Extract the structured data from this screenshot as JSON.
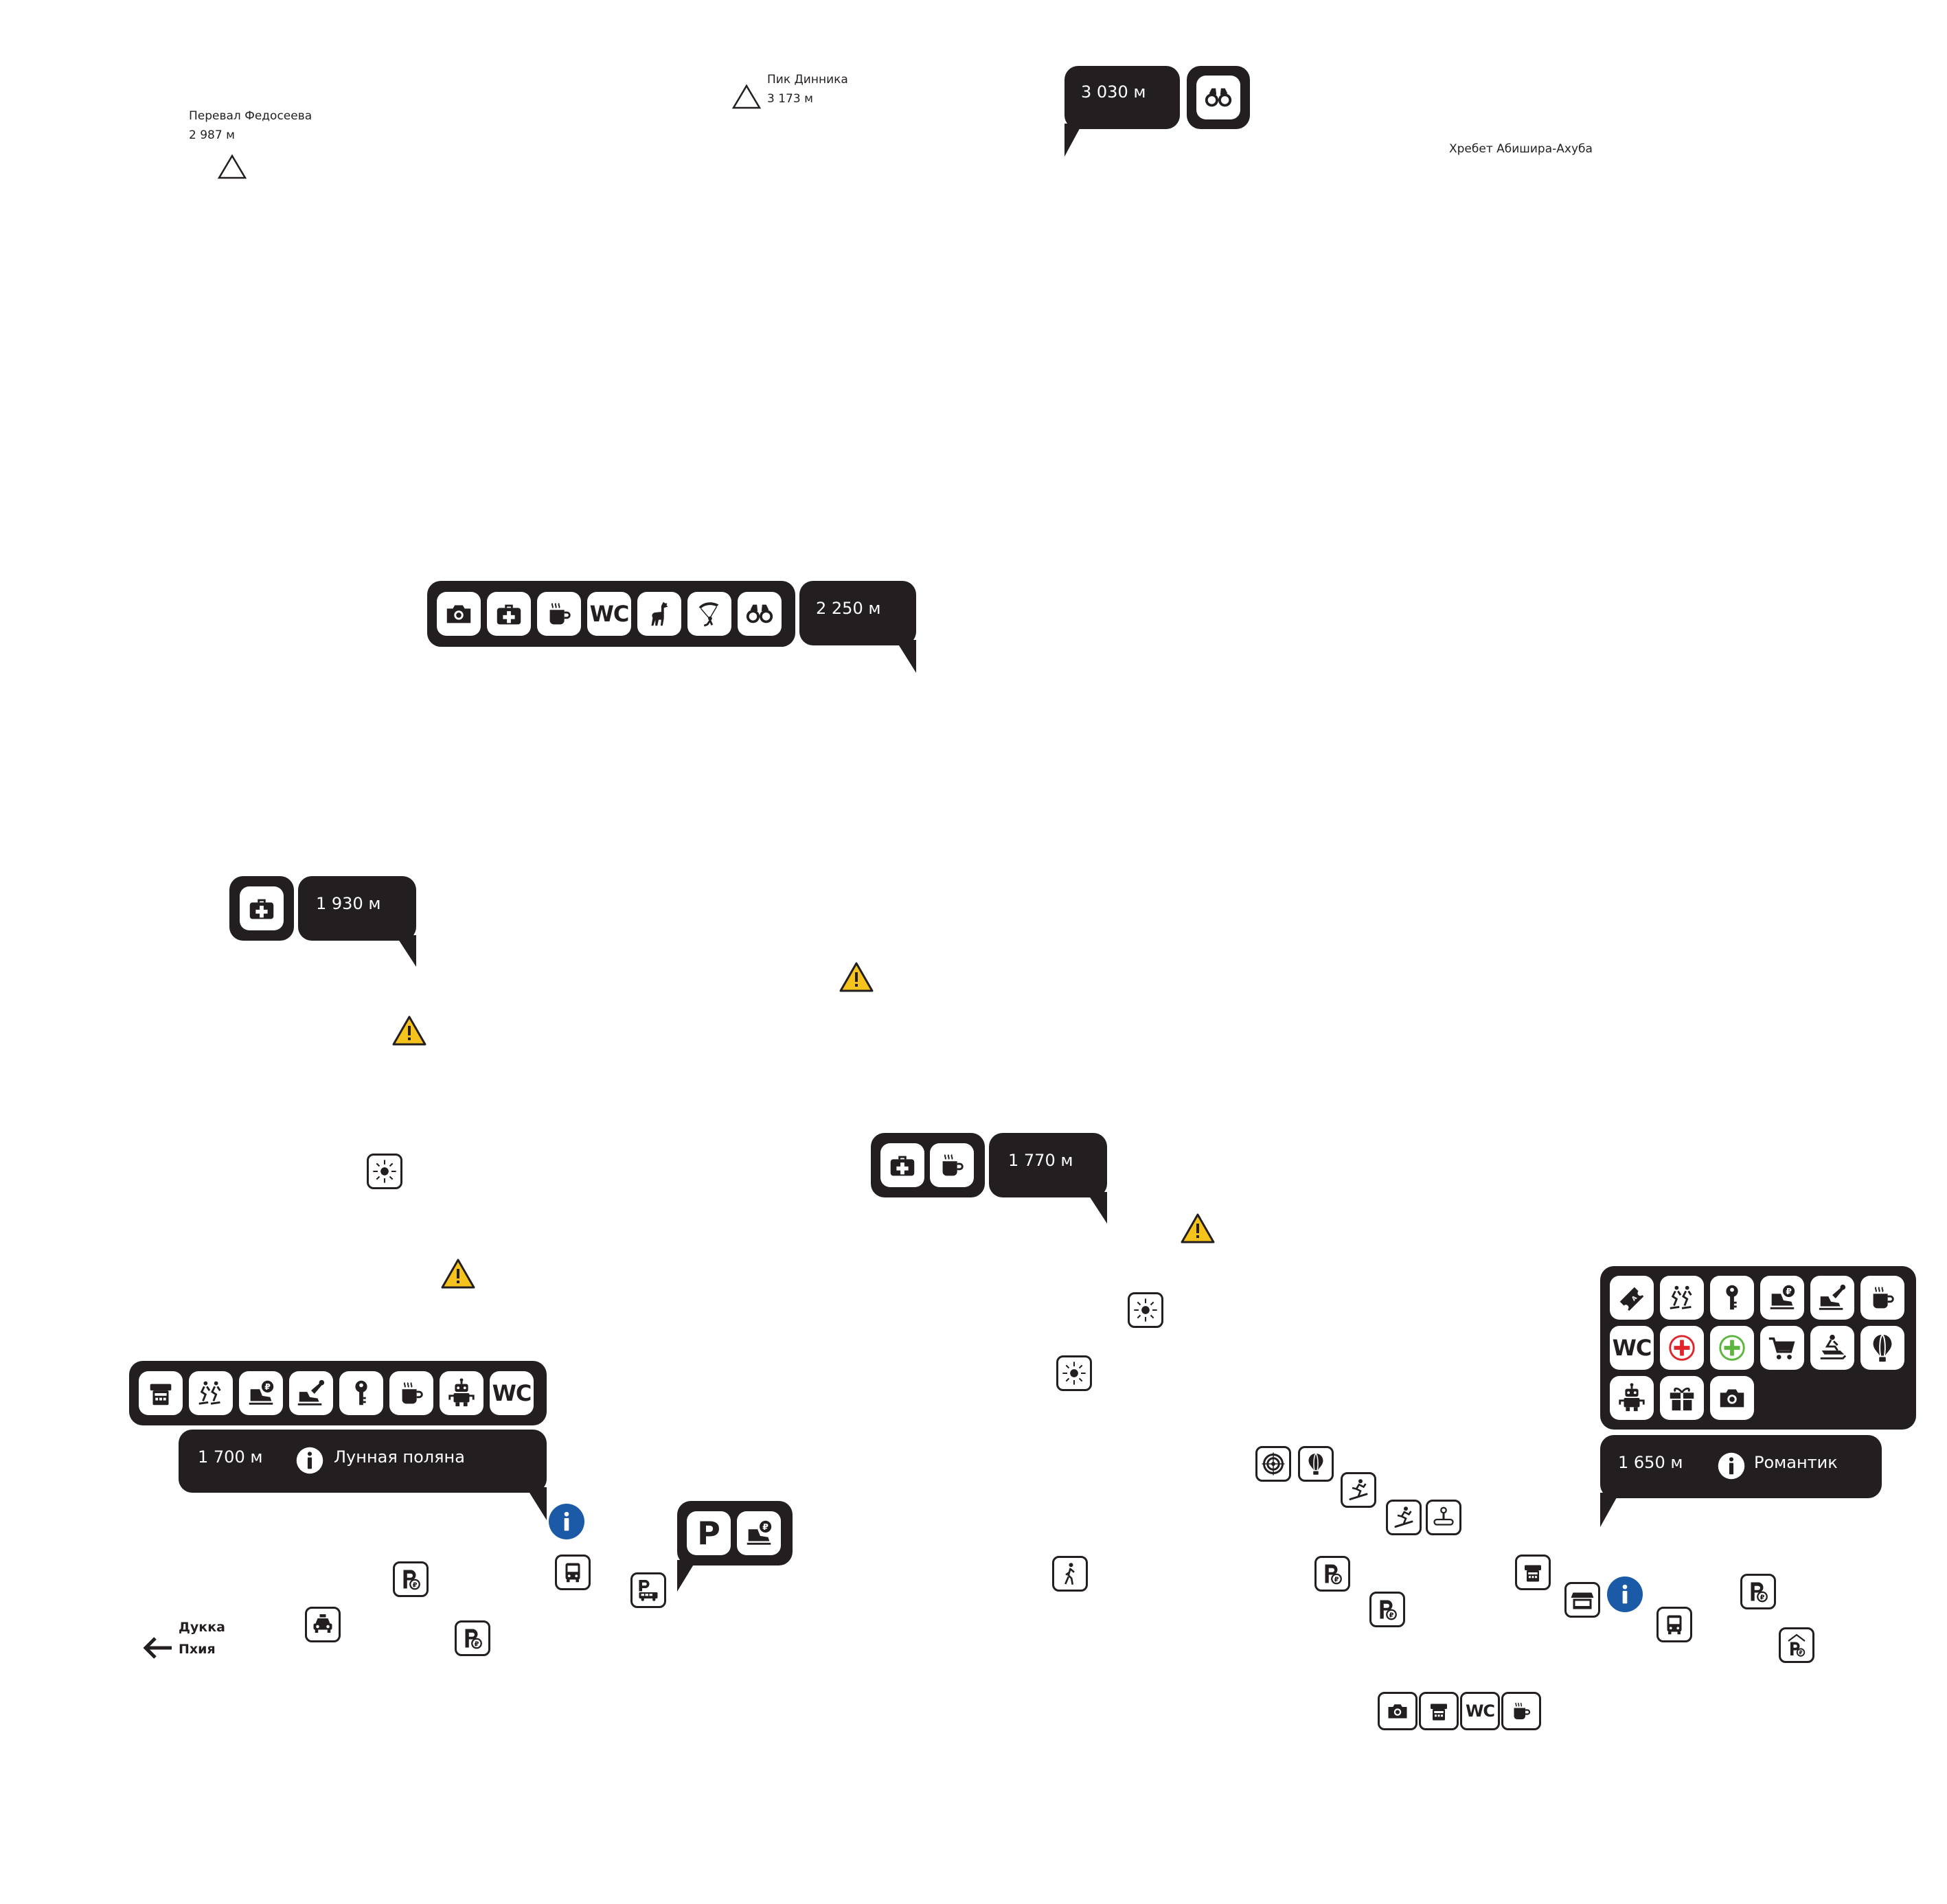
{
  "peaks": [
    {
      "name": "Перевал Федосеева",
      "elevation": "2 987 м"
    },
    {
      "name": "Пик Динника",
      "elevation": "3 173 м"
    }
  ],
  "ridge": "Хребет Абишира-Ахуба",
  "stations": [
    {
      "elevation": "3 030 м"
    },
    {
      "elevation": "2 250 м"
    },
    {
      "elevation": "1 930 м"
    },
    {
      "elevation": "1 770 м"
    },
    {
      "elevation": "1 700 м",
      "name": "Лунная поляна"
    },
    {
      "elevation": "1 650 м",
      "name": "Романтик"
    }
  ],
  "destinations": {
    "line1": "Дукка",
    "line2": "Пхия"
  },
  "labels": {
    "wc": "WC",
    "parking": "P",
    "currency": "₽"
  },
  "colors": {
    "panel": "#231f20",
    "warning": "#f5c31b",
    "info": "#1a5aa6",
    "red_cross": "#e0242b",
    "green_cross": "#5cb63e"
  },
  "icons": [
    "photo-camera-icon",
    "first-aid-icon",
    "coffee-icon",
    "wc-icon",
    "llama-icon",
    "paraglider-icon",
    "binoculars-icon",
    "ticket-machine-icon",
    "skiers-icon",
    "boot-rental-icon",
    "ski-service-icon",
    "locker-key-icon",
    "robot-icon",
    "ticket-icon",
    "red-cross-icon",
    "green-cross-icon",
    "shopping-cart-icon",
    "snowmobile-icon",
    "hot-air-balloon-icon",
    "gift-icon",
    "warning-icon",
    "sun-icon",
    "info-icon",
    "bus-icon",
    "parking-icon",
    "paid-parking-icon",
    "taxi-icon",
    "pedestrian-icon",
    "shop-icon",
    "target-icon",
    "snowboard-icon",
    "ski-lift-icon",
    "arrow-left-icon"
  ]
}
